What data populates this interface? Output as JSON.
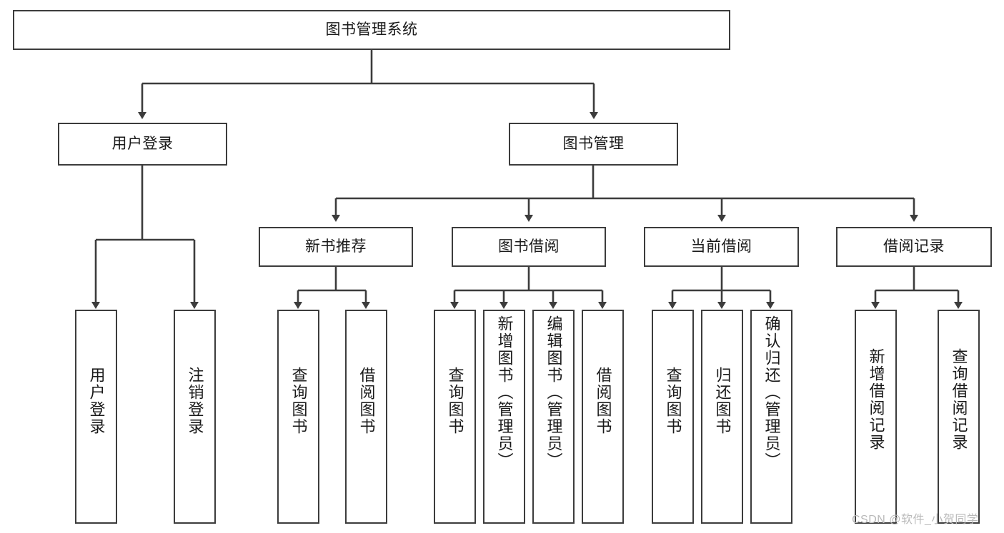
{
  "diagram": {
    "type": "tree",
    "title": "图书管理系统",
    "orientation": "top-down",
    "colors": {
      "box_border": "#3c3c3c",
      "box_fill": "#ffffff",
      "edge": "#3c3c3c",
      "text": "#1a1a1a",
      "watermark": "#b9b9b9"
    },
    "nodes": {
      "root": {
        "label": "图书管理系统"
      },
      "level2": [
        {
          "label": "用户登录"
        },
        {
          "label": "图书管理"
        }
      ],
      "level3": [
        {
          "label": "新书推荐"
        },
        {
          "label": "图书借阅"
        },
        {
          "label": "当前借阅"
        },
        {
          "label": "借阅记录"
        }
      ],
      "leaves": {
        "user_login": [
          {
            "label": "用户登录"
          },
          {
            "label": "注销登录"
          }
        ],
        "new_book_recommend": [
          {
            "label": "查询图书"
          },
          {
            "label": "借阅图书"
          }
        ],
        "book_borrow": [
          {
            "label": "查询图书"
          },
          {
            "label": "新增图书（管理员）"
          },
          {
            "label": "编辑图书（管理员）"
          },
          {
            "label": "借阅图书"
          }
        ],
        "current_borrow": [
          {
            "label": "查询图书"
          },
          {
            "label": "归还图书"
          },
          {
            "label": "确认归还（管理员）"
          }
        ],
        "borrow_record": [
          {
            "label": "新增借阅记录"
          },
          {
            "label": "查询借阅记录"
          }
        ]
      }
    }
  },
  "watermark": {
    "text": "CSDN @软件_小贺同学"
  }
}
